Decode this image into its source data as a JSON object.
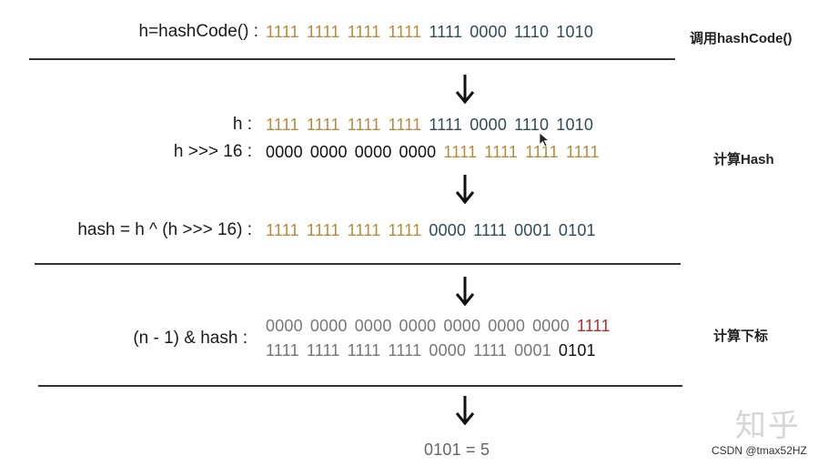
{
  "colors": {
    "gold": "#b88a3c",
    "teal": "#2f4b57",
    "gray": "#777777",
    "black": "#111111",
    "red": "#b13030"
  },
  "rows": [
    {
      "id": "hashcode",
      "label": "h=hashCode() :",
      "groups": [
        {
          "text": "1111",
          "color": "gold"
        },
        {
          "text": "1111",
          "color": "gold"
        },
        {
          "text": "1111",
          "color": "gold"
        },
        {
          "text": "1111",
          "color": "gold"
        },
        {
          "text": "1111",
          "color": "teal"
        },
        {
          "text": "0000",
          "color": "teal"
        },
        {
          "text": "1110",
          "color": "teal"
        },
        {
          "text": "1010",
          "color": "teal"
        }
      ]
    },
    {
      "id": "h",
      "label": "h :",
      "groups": [
        {
          "text": "1111",
          "color": "gold"
        },
        {
          "text": "1111",
          "color": "gold"
        },
        {
          "text": "1111",
          "color": "gold"
        },
        {
          "text": "1111",
          "color": "gold"
        },
        {
          "text": "1111",
          "color": "teal"
        },
        {
          "text": "0000",
          "color": "teal"
        },
        {
          "text": "1110",
          "color": "teal"
        },
        {
          "text": "1010",
          "color": "teal"
        }
      ]
    },
    {
      "id": "shifted",
      "label": "h >>> 16 :",
      "groups": [
        {
          "text": "0000",
          "color": "black"
        },
        {
          "text": "0000",
          "color": "black"
        },
        {
          "text": "0000",
          "color": "black"
        },
        {
          "text": "0000",
          "color": "black"
        },
        {
          "text": "1111",
          "color": "gold"
        },
        {
          "text": "1111",
          "color": "gold"
        },
        {
          "text": "1111",
          "color": "gold"
        },
        {
          "text": "1111",
          "color": "gold"
        }
      ]
    },
    {
      "id": "hash",
      "label": "hash = h ^ (h >>> 16) :",
      "groups": [
        {
          "text": "1111",
          "color": "gold"
        },
        {
          "text": "1111",
          "color": "gold"
        },
        {
          "text": "1111",
          "color": "gold"
        },
        {
          "text": "1111",
          "color": "gold"
        },
        {
          "text": "0000",
          "color": "teal"
        },
        {
          "text": "1111",
          "color": "teal"
        },
        {
          "text": "0001",
          "color": "teal"
        },
        {
          "text": "0101",
          "color": "teal"
        }
      ]
    },
    {
      "id": "mask",
      "label": "(n  -  1) & hash :",
      "groups": [
        {
          "text": "0000",
          "color": "gray"
        },
        {
          "text": "0000",
          "color": "gray"
        },
        {
          "text": "0000",
          "color": "gray"
        },
        {
          "text": "0000",
          "color": "gray"
        },
        {
          "text": "0000",
          "color": "gray"
        },
        {
          "text": "0000",
          "color": "gray"
        },
        {
          "text": "0000",
          "color": "gray"
        },
        {
          "text": "1111",
          "color": "red"
        }
      ]
    },
    {
      "id": "hash2",
      "label": "",
      "groups": [
        {
          "text": "1111",
          "color": "gray"
        },
        {
          "text": "1111",
          "color": "gray"
        },
        {
          "text": "1111",
          "color": "gray"
        },
        {
          "text": "1111",
          "color": "gray"
        },
        {
          "text": "0000",
          "color": "gray"
        },
        {
          "text": "1111",
          "color": "gray"
        },
        {
          "text": "0001",
          "color": "gray"
        },
        {
          "text": "0101",
          "color": "black"
        }
      ]
    }
  ],
  "side_labels": {
    "call": "调用hashCode()",
    "compute_hash": "计算Hash",
    "compute_index": "计算下标"
  },
  "result": "0101 = 5",
  "watermark": "知乎",
  "credit": "CSDN @tmax52HZ"
}
